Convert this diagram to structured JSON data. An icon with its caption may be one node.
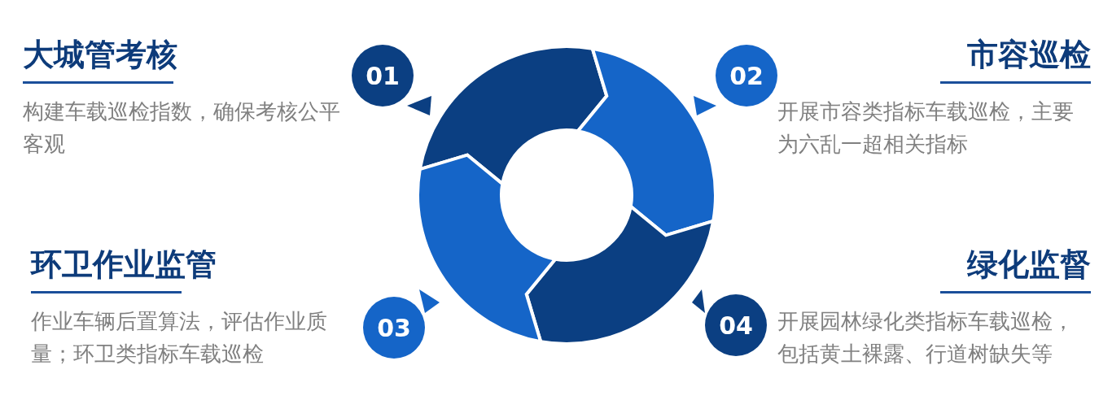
{
  "diagram": {
    "nodes": [
      {
        "text": [
          "大城管考核",
          "构建车载巡检指数，确保考核公平客观"
        ]
      },
      {
        "text": [
          "01"
        ]
      },
      {
        "text": [
          "02"
        ]
      },
      {
        "text": [
          "市容巡检",
          "开展市容类指标车载巡检，主要为六乱一超相关指标"
        ]
      },
      {
        "text": [
          "环卫作业监管",
          "作业车辆后置算法，评估作业质量；环卫类指标车载巡检"
        ]
      },
      {
        "text": [
          "03"
        ]
      },
      {
        "text": [
          "04"
        ]
      },
      {
        "text": [
          "绿化监督",
          "开展园林绿化类指标车载巡检，包括黄土裸露、行道树缺失等"
        ]
      }
    ]
  }
}
